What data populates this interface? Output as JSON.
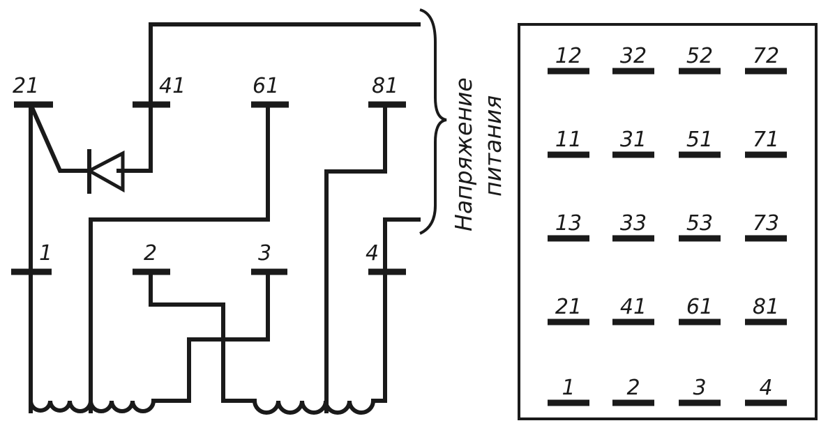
{
  "schematic": {
    "terminals": {
      "t21": "21",
      "t41": "41",
      "t61": "61",
      "t81": "81",
      "t1": "1",
      "t2": "2",
      "t3": "3",
      "t4": "4"
    },
    "supply_label_line1": "Напряжение",
    "supply_label_line2": "питания"
  },
  "pinout": {
    "rows": [
      [
        "12",
        "32",
        "52",
        "72"
      ],
      [
        "11",
        "31",
        "51",
        "71"
      ],
      [
        "13",
        "33",
        "53",
        "73"
      ],
      [
        "21",
        "41",
        "61",
        "81"
      ],
      [
        "1",
        "2",
        "3",
        "4"
      ]
    ]
  }
}
